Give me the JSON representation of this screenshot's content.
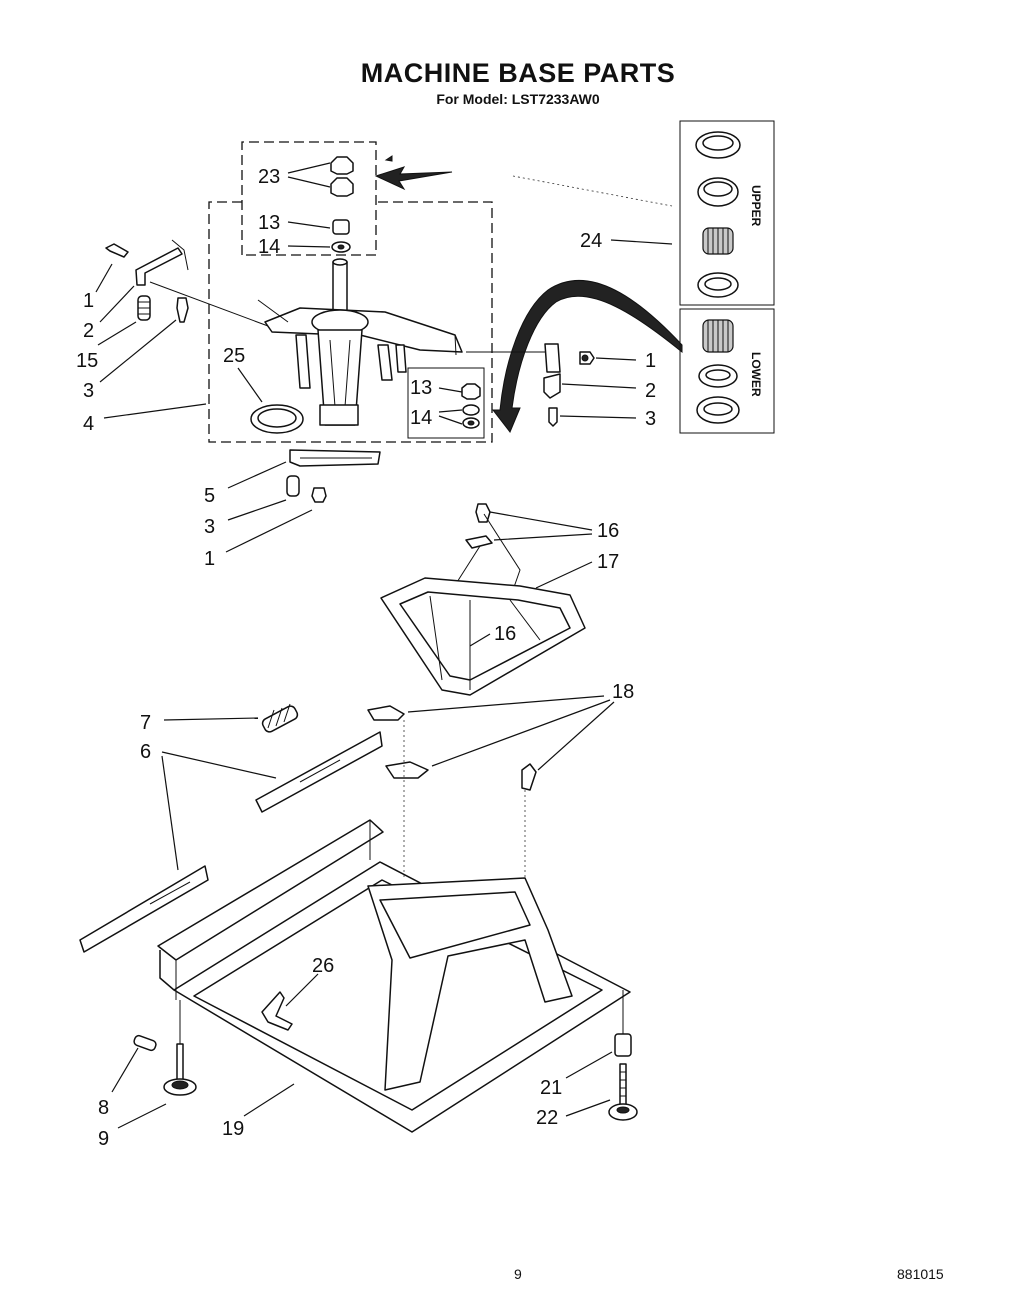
{
  "header": {
    "title": "MACHINE BASE PARTS",
    "subtitle": "For Model: LST7233AW0"
  },
  "diagram": {
    "box_labels": {
      "upper": "UPPER",
      "lower": "LOWER"
    },
    "callouts": {
      "c23": "23",
      "c13a": "13",
      "c14a": "14",
      "c24": "24",
      "c1a": "1",
      "c2a": "2",
      "c15": "15",
      "c3a": "3",
      "c4": "4",
      "c25": "25",
      "c1b": "1",
      "c2b": "2",
      "c3b": "3",
      "c13b": "13",
      "c14b": "14",
      "c5": "5",
      "c3c": "3",
      "c1c": "1",
      "c16a": "16",
      "c17": "17",
      "c16b": "16",
      "c18": "18",
      "c7": "7",
      "c6": "6",
      "c26": "26",
      "c8": "8",
      "c9": "9",
      "c19": "19",
      "c21": "21",
      "c22": "22"
    }
  },
  "footer": {
    "page_number": "9",
    "doc_code": "881015"
  }
}
